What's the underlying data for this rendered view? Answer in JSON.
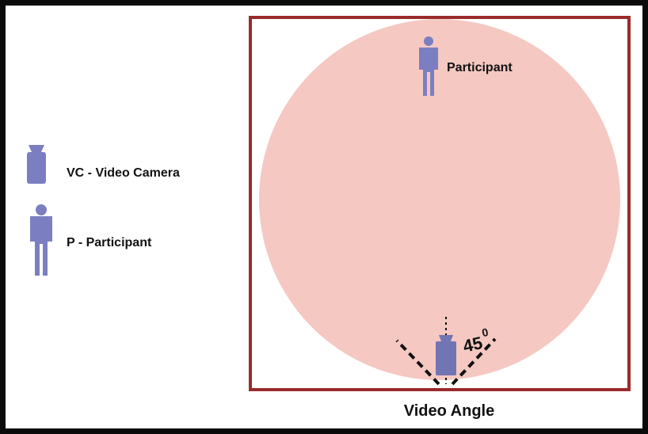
{
  "legend": {
    "camera_label": "VC - Video Camera",
    "participant_label": "P - Participant"
  },
  "diagram": {
    "participant_label": "Participant",
    "angle_label": "45",
    "angle_unit": "0",
    "caption": "Video Angle"
  },
  "icons": {
    "camera": "video-camera-icon",
    "participant": "person-icon"
  },
  "colors": {
    "frame": "#0b0b0b",
    "room_border": "#9a2b2b",
    "coverage": "#f5c8c2",
    "icon": "#7b7fc1",
    "camera": "#7275b3"
  }
}
